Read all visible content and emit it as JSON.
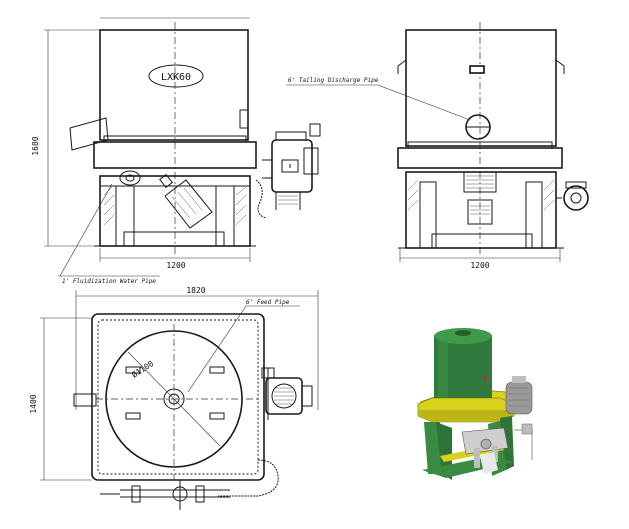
{
  "labels": {
    "model": "LXK60",
    "height_front": "1680",
    "width_front": "1200",
    "width_side": "1200",
    "tailing_pipe": "6' Tailing Discharge Pipe",
    "fluid_pipe": "1' Fluidization Water Pipe",
    "plan_width": "1820",
    "feed_pipe": "6' Feed Pipe",
    "diameter": "Ø1100",
    "plan_height": "1400"
  },
  "colors": {
    "bowl_green": "#2f7a3c",
    "frame_green": "#3a8a44",
    "yellow": "#d8d21c",
    "motor_gray": "#9a9a9a"
  }
}
